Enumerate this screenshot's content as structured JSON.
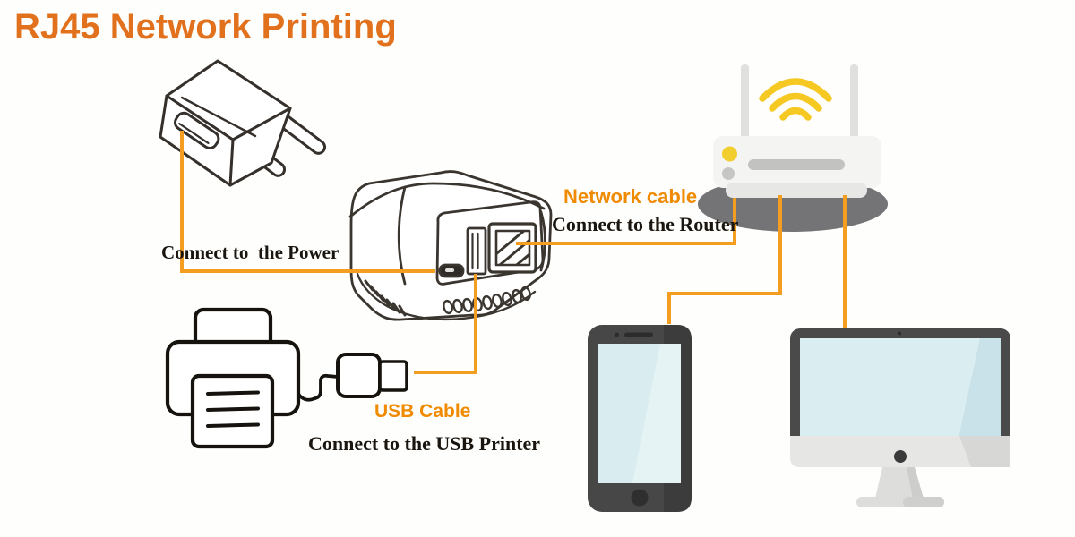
{
  "title": "RJ45 Network Printing",
  "labels": {
    "connect_power": "Connect to  the Power",
    "network_cable": "Network cable",
    "connect_router": "Connect to the Router",
    "usb_cable": "USB Cable",
    "connect_usb_printer": "Connect to the USB Printer"
  },
  "nodes": [
    {
      "id": "power-adapter",
      "name": "USB power adapter"
    },
    {
      "id": "print-server",
      "name": "RJ45 USB print server",
      "ports": [
        "micro-usb",
        "usb-a",
        "rj45"
      ]
    },
    {
      "id": "router",
      "name": "Wi-Fi router"
    },
    {
      "id": "printer",
      "name": "USB printer"
    },
    {
      "id": "usb-cable-connector",
      "name": "USB cable connector"
    },
    {
      "id": "smartphone",
      "name": "smartphone"
    },
    {
      "id": "computer",
      "name": "desktop computer monitor"
    }
  ],
  "connections": [
    {
      "from": "power-adapter",
      "to": "print-server",
      "port": "micro-usb",
      "label_refs": [
        "connect_power"
      ]
    },
    {
      "from": "print-server",
      "to": "router",
      "port": "rj45",
      "label_refs": [
        "network_cable",
        "connect_router"
      ]
    },
    {
      "from": "print-server",
      "to": "usb-cable-connector",
      "port": "usb-a",
      "label_refs": [
        "usb_cable",
        "connect_usb_printer"
      ]
    },
    {
      "from": "usb-cable-connector",
      "to": "printer",
      "label_refs": []
    },
    {
      "from": "router",
      "to": "smartphone",
      "label_refs": []
    },
    {
      "from": "router",
      "to": "computer",
      "label_refs": []
    }
  ],
  "colors": {
    "title_orange": "#E2711D",
    "label_orange": "#F08A00",
    "line_orange": "#F59D20",
    "wifi_yellow": "#F5C822",
    "led_yellow": "#F2CD2E",
    "screen_blue": "#D9ECEF",
    "device_dark_gray": "#474747",
    "router_shadow_gray": "#747476",
    "line_art_black": "#2B2723",
    "serif_label_black": "#1A150F"
  }
}
